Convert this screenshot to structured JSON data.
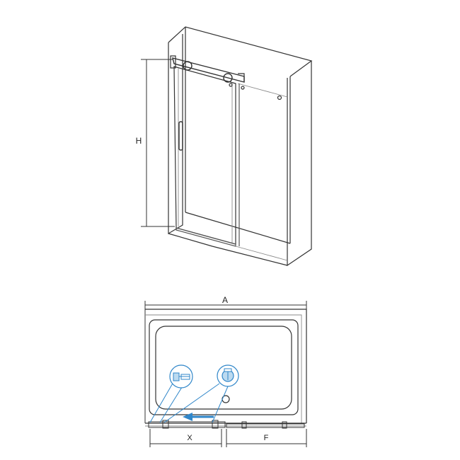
{
  "diagram": {
    "elevation": {
      "height_label": "H"
    },
    "plan": {
      "width_label": "A",
      "opening_label": "X",
      "fixed_label": "F"
    },
    "colors": {
      "line": "#333333",
      "light_line": "#8a8a8a",
      "accent": "#2f86c9",
      "accent_light": "#bcdaf0"
    },
    "icons": [
      "connector-detail-icon",
      "roller-detail-icon",
      "sliding-direction-arrow-icon"
    ]
  }
}
